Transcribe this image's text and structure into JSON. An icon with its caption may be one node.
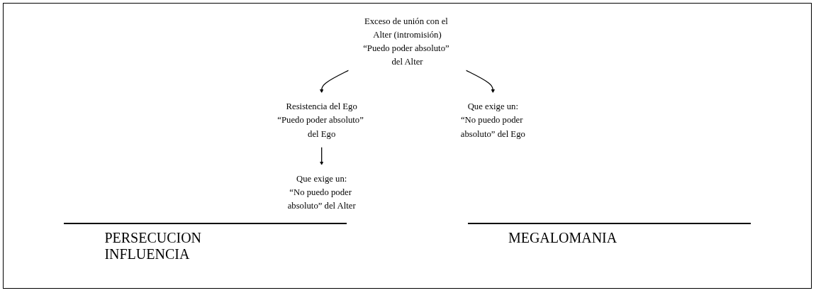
{
  "diagram": {
    "nodes": [
      {
        "text": [
          "Exceso de unión con el Alter (intromisión)",
          "“Puedo poder absoluto” del Alter"
        ]
      },
      {
        "text": [
          "Resistencia del Ego",
          "“Puedo poder absoluto” del Ego"
        ]
      },
      {
        "text": [
          "Que exige un:",
          "“No puedo poder absoluto” del Ego"
        ]
      },
      {
        "text": [
          "Que exige un:",
          "“No puedo poder absoluto” del Alter"
        ]
      }
    ],
    "edges": [
      {
        "from": 0,
        "to": 1,
        "arrow": "to"
      },
      {
        "from": 0,
        "to": 2,
        "arrow": "to"
      },
      {
        "from": 1,
        "to": 3,
        "arrow": "to"
      }
    ],
    "labels": [
      "PERSECUCION",
      "INFLUENCIA",
      "MEGALOMANIA"
    ]
  }
}
